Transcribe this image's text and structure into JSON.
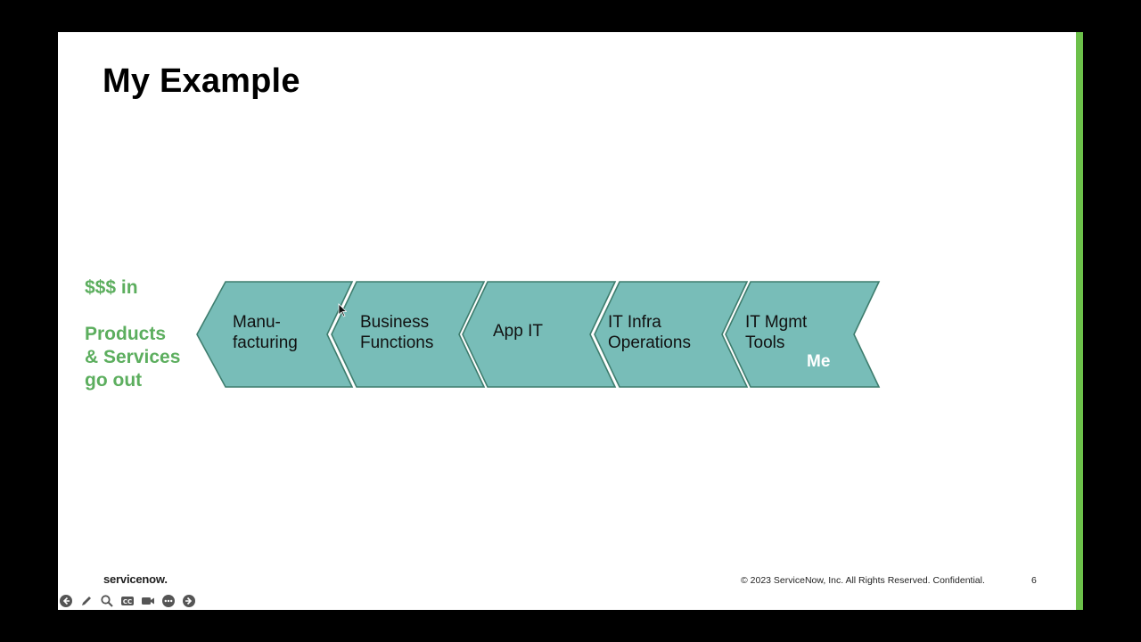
{
  "slide": {
    "title": "My Example",
    "left_text_top": "$$$ in",
    "left_text_bottom": [
      "Products",
      "& Services",
      "go out"
    ],
    "chevrons": [
      {
        "lines": [
          "Manu-",
          "facturing"
        ]
      },
      {
        "lines": [
          "Business",
          "Functions"
        ]
      },
      {
        "lines": [
          "App IT"
        ]
      },
      {
        "lines": [
          "IT Infra",
          "Operations"
        ]
      },
      {
        "lines": [
          "IT Mgmt",
          "Tools"
        ]
      }
    ],
    "me_label": "Me",
    "logo_text": "servicenow.",
    "footer": "© 2023 ServiceNow, Inc. All Rights Reserved. Confidential.",
    "page_number": "6"
  },
  "colors": {
    "chevron_fill": "#78bdb8",
    "chevron_stroke": "#3e7d6e",
    "accent_green": "#6cc04a",
    "side_text_green": "#5cae5e"
  },
  "controls": [
    {
      "icon": "arrow-left-icon"
    },
    {
      "icon": "pen-icon"
    },
    {
      "icon": "magnifier-icon"
    },
    {
      "icon": "closed-caption-icon"
    },
    {
      "icon": "video-camera-icon"
    },
    {
      "icon": "more-options-icon"
    },
    {
      "icon": "arrow-right-icon"
    }
  ]
}
